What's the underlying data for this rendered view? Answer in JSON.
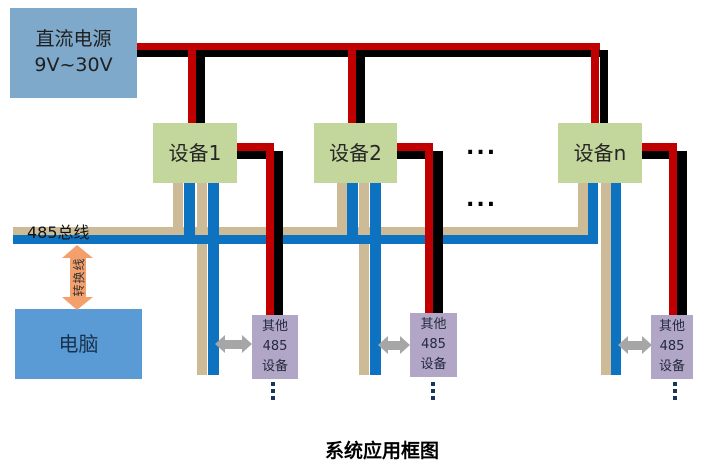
{
  "title": "系统应用框图",
  "power_box": {
    "line1": "直流电源",
    "line2": "9V~30V"
  },
  "devices": [
    {
      "label": "设备1"
    },
    {
      "label": "设备2"
    },
    {
      "label": "设备n"
    }
  ],
  "device_ellipsis": {
    "row1": "...",
    "row2": "..."
  },
  "bus": {
    "label": "485总线"
  },
  "converter": {
    "label": "转换线"
  },
  "pc_box": {
    "label": "电脑"
  },
  "other_box": {
    "line1": "其他",
    "line2": "485",
    "line3": "设备"
  },
  "icons": {
    "vertical_ellipsis": "⋮",
    "horizontal_double_arrow": "⇔",
    "vertical_double_arrow": "⇕"
  },
  "colors": {
    "power_line_positive": "#c00000",
    "power_line_negative": "#000000",
    "bus_line_a": "#cdbb98",
    "bus_line_b": "#0d73c1",
    "power_box": "#7ea9ca",
    "device_box": "#c3d69b",
    "pc_box": "#5b9bd5",
    "other_box": "#b1a6c6",
    "converter_arrow": "#f4a06c",
    "link_arrow": "#a6a6a6"
  }
}
